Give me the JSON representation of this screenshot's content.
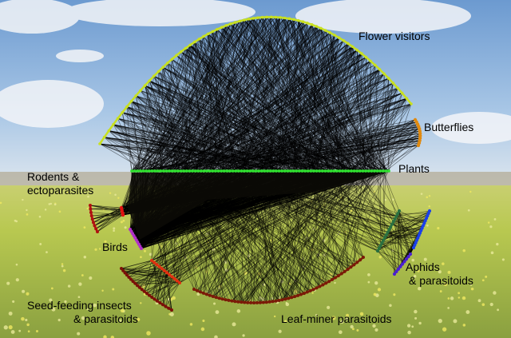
{
  "groups": {
    "flower_visitors": {
      "label": "Flower visitors",
      "color": "#c8e020"
    },
    "butterflies": {
      "label": "Butterflies",
      "color": "#e08a10"
    },
    "plants": {
      "label": "Plants",
      "color": "#30e030"
    },
    "rodents": {
      "label_line1": "Rodents &",
      "label_line2": "ectoparasites",
      "color": "#e01010",
      "ecto_color": "#b01010"
    },
    "birds": {
      "label": "Birds",
      "color": "#b030c8"
    },
    "seed_feeders": {
      "label_line1": "Seed-feeding insects",
      "label_line2": "& parasitoids",
      "color": "#e03010",
      "parasitoid_color": "#7a1008"
    },
    "leaf_miners": {
      "label": "Leaf-miner parasitoids",
      "color": "#7a1a08"
    },
    "aphids": {
      "label_line1": "Aphids",
      "label_line2": "& parasitoids",
      "color": "#2a7040",
      "parasitoid_color": "#1a40e8",
      "secondary_color": "#4a20d0"
    }
  }
}
